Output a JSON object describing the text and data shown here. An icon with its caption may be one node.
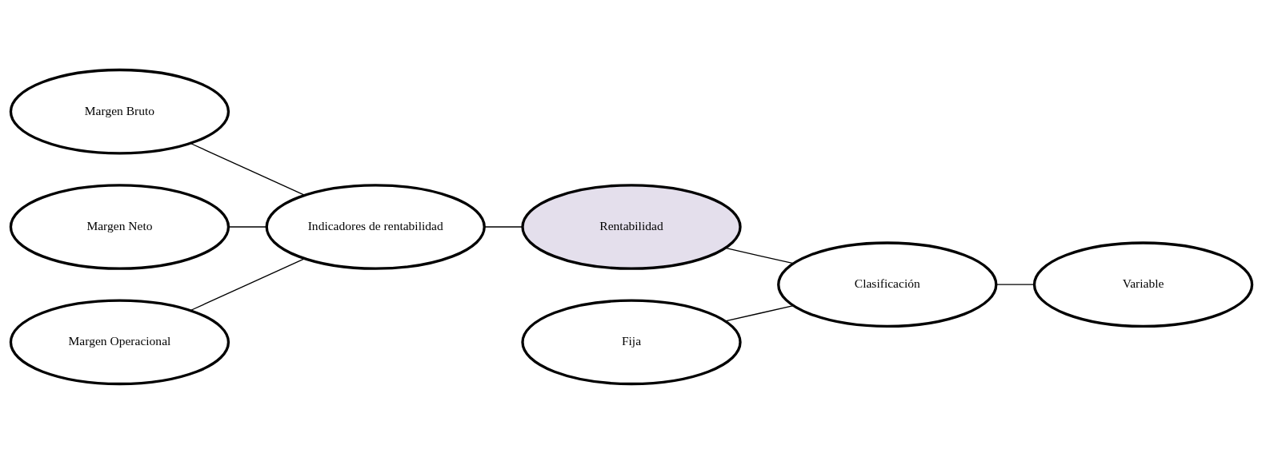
{
  "diagram": {
    "nodes": [
      {
        "text": [
          "Margen Bruto"
        ]
      },
      {
        "text": [
          "Margen Neto"
        ]
      },
      {
        "text": [
          "Indicadores de rentabilidad"
        ]
      },
      {
        "text": [
          "Margen Operacional"
        ]
      },
      {
        "text": [
          "Rentabilidad"
        ]
      },
      {
        "text": [
          "Fija"
        ]
      },
      {
        "text": [
          "Clasificación"
        ]
      },
      {
        "text": [
          "Variable"
        ]
      }
    ],
    "edges": [
      {
        "from": 0,
        "to": 2,
        "arrow": "none"
      },
      {
        "from": 1,
        "to": 2,
        "arrow": "none"
      },
      {
        "from": 3,
        "to": 2,
        "arrow": "none"
      },
      {
        "from": 2,
        "to": 4,
        "arrow": "none"
      },
      {
        "from": 4,
        "to": 6,
        "arrow": "none"
      },
      {
        "from": 5,
        "to": 6,
        "arrow": "none"
      },
      {
        "from": 6,
        "to": 7,
        "arrow": "none"
      }
    ]
  }
}
